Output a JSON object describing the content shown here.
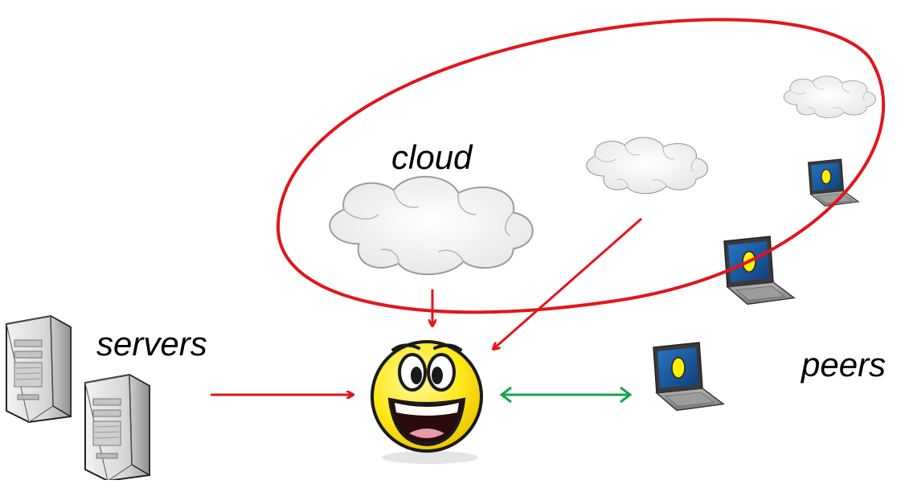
{
  "labels": {
    "cloud": "cloud",
    "servers": "servers",
    "peers": "peers"
  },
  "colors": {
    "ellipse": "#e3141b",
    "red_arrow": "#e3141b",
    "green_arrow": "#16a44a",
    "smiley_face": "#ffe81a",
    "laptop_screen": "#1e5fa8",
    "laptop_dot": "#ffef00",
    "cloud_fill": "#eeeeee",
    "server_body": "#d9d9d9"
  },
  "icons": {
    "center": "smiley-face-icon",
    "servers": "server-tower-icon",
    "peers": "laptop-icon",
    "cloud": "cloud-icon"
  }
}
